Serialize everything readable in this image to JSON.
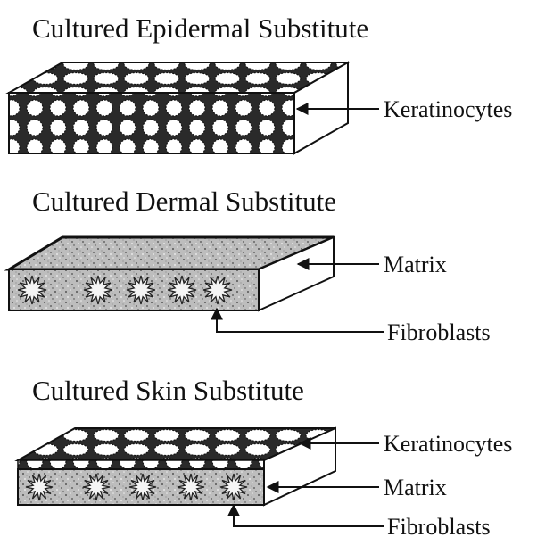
{
  "panels": [
    {
      "title": "Cultured Epidermal Substitute",
      "labels": [
        "Keratinocytes"
      ]
    },
    {
      "title": "Cultured Dermal Substitute",
      "labels": [
        "Matrix",
        "Fibroblasts"
      ]
    },
    {
      "title": "Cultured Skin Substitute",
      "labels": [
        "Keratinocytes",
        "Matrix",
        "Fibroblasts"
      ]
    }
  ],
  "colors": {
    "ink": "#111111",
    "paper": "#ffffff",
    "matrix_gray": "#b8b8b8"
  }
}
